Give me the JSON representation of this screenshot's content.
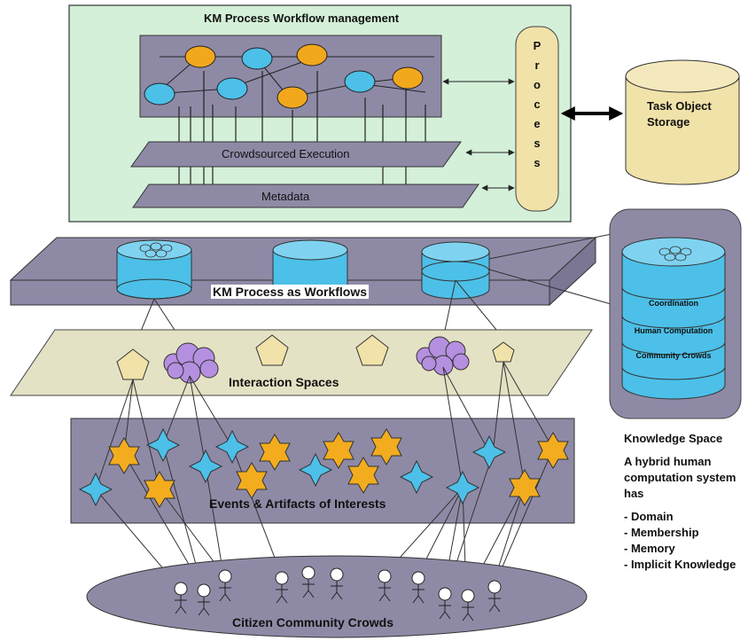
{
  "diagram": {
    "workflow_mgmt_title": "KM Process Workflow management",
    "crowdsourced_execution": "Crowdsourced Execution",
    "metadata": "Metadata",
    "process_letters": [
      "P",
      "r",
      "o",
      "c",
      "e",
      "s",
      "s"
    ],
    "task_storage": {
      "line1": "Task Object",
      "line2": "Storage"
    },
    "km_process_workflows": "KM Process as Workflows",
    "interaction_spaces": "Interaction Spaces",
    "events_artifacts": "Events & Artifacts of Interests",
    "citizen_crowds": "Citizen Community Crowds",
    "knowledge_cylinder": {
      "band1": "Coordination",
      "band2": "Human Computation",
      "band3": "Community Crowds"
    },
    "knowledge_space": {
      "title": "Knowledge Space",
      "desc": [
        "A hybrid human",
        "computation system",
        "has"
      ],
      "items": [
        "- Domain",
        "- Membership",
        "- Memory",
        "- Implicit Knowledge"
      ]
    }
  },
  "colors": {
    "workflow_bg": "#d4f0d8",
    "panel_purple": "#8e8aa6",
    "node_blue": "#4cc0e8",
    "node_orange": "#f2a81c",
    "storage_yellow": "#f0e2a8",
    "interaction_plane": "#e4e2c4",
    "cloud_purple": "#b58fe0",
    "star_orange": "#f2ac1e",
    "star_blue": "#4cc0e8"
  }
}
